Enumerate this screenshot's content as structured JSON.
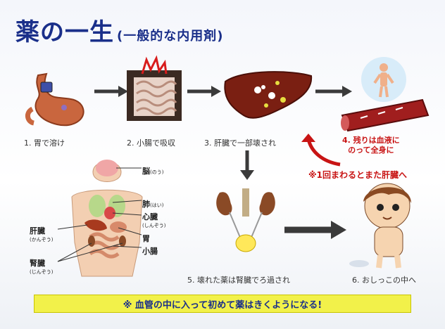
{
  "title": {
    "main": "薬の一生",
    "sub": "(一般的な内用剤)"
  },
  "steps": [
    {
      "label": "1. 胃で溶け"
    },
    {
      "label": "2. 小腸で吸収"
    },
    {
      "label": "3. 肝臓で一部壊され"
    },
    {
      "label_line1": "4. 残りは血液に",
      "label_line2": "のって全身に"
    },
    {
      "label": "5. 壊れた薬は腎臓でろ過され"
    },
    {
      "label": "6. おしっこの中へ"
    }
  ],
  "note": "※1回まわるとまた肝臓へ",
  "organs": [
    {
      "name": "脳",
      "reading": "(のう)"
    },
    {
      "name": "肺",
      "reading": "(はい)"
    },
    {
      "name": "心臓",
      "reading": "(しんぞう)"
    },
    {
      "name": "胃",
      "reading": ""
    },
    {
      "name": "小腸",
      "reading": ""
    },
    {
      "name": "肝臓",
      "reading": "(かんぞう)"
    },
    {
      "name": "腎臓",
      "reading": "(じんぞう)"
    }
  ],
  "banner": "※ 血管の中に入って初めて薬はきくようになる!",
  "colors": {
    "title": "#1a2f8a",
    "accent_red": "#c81414",
    "arrow": "#3a3a3a",
    "banner_bg": "#f2f14a",
    "liver": "#7a1f12",
    "blood_vessel": "#a01e1e"
  }
}
